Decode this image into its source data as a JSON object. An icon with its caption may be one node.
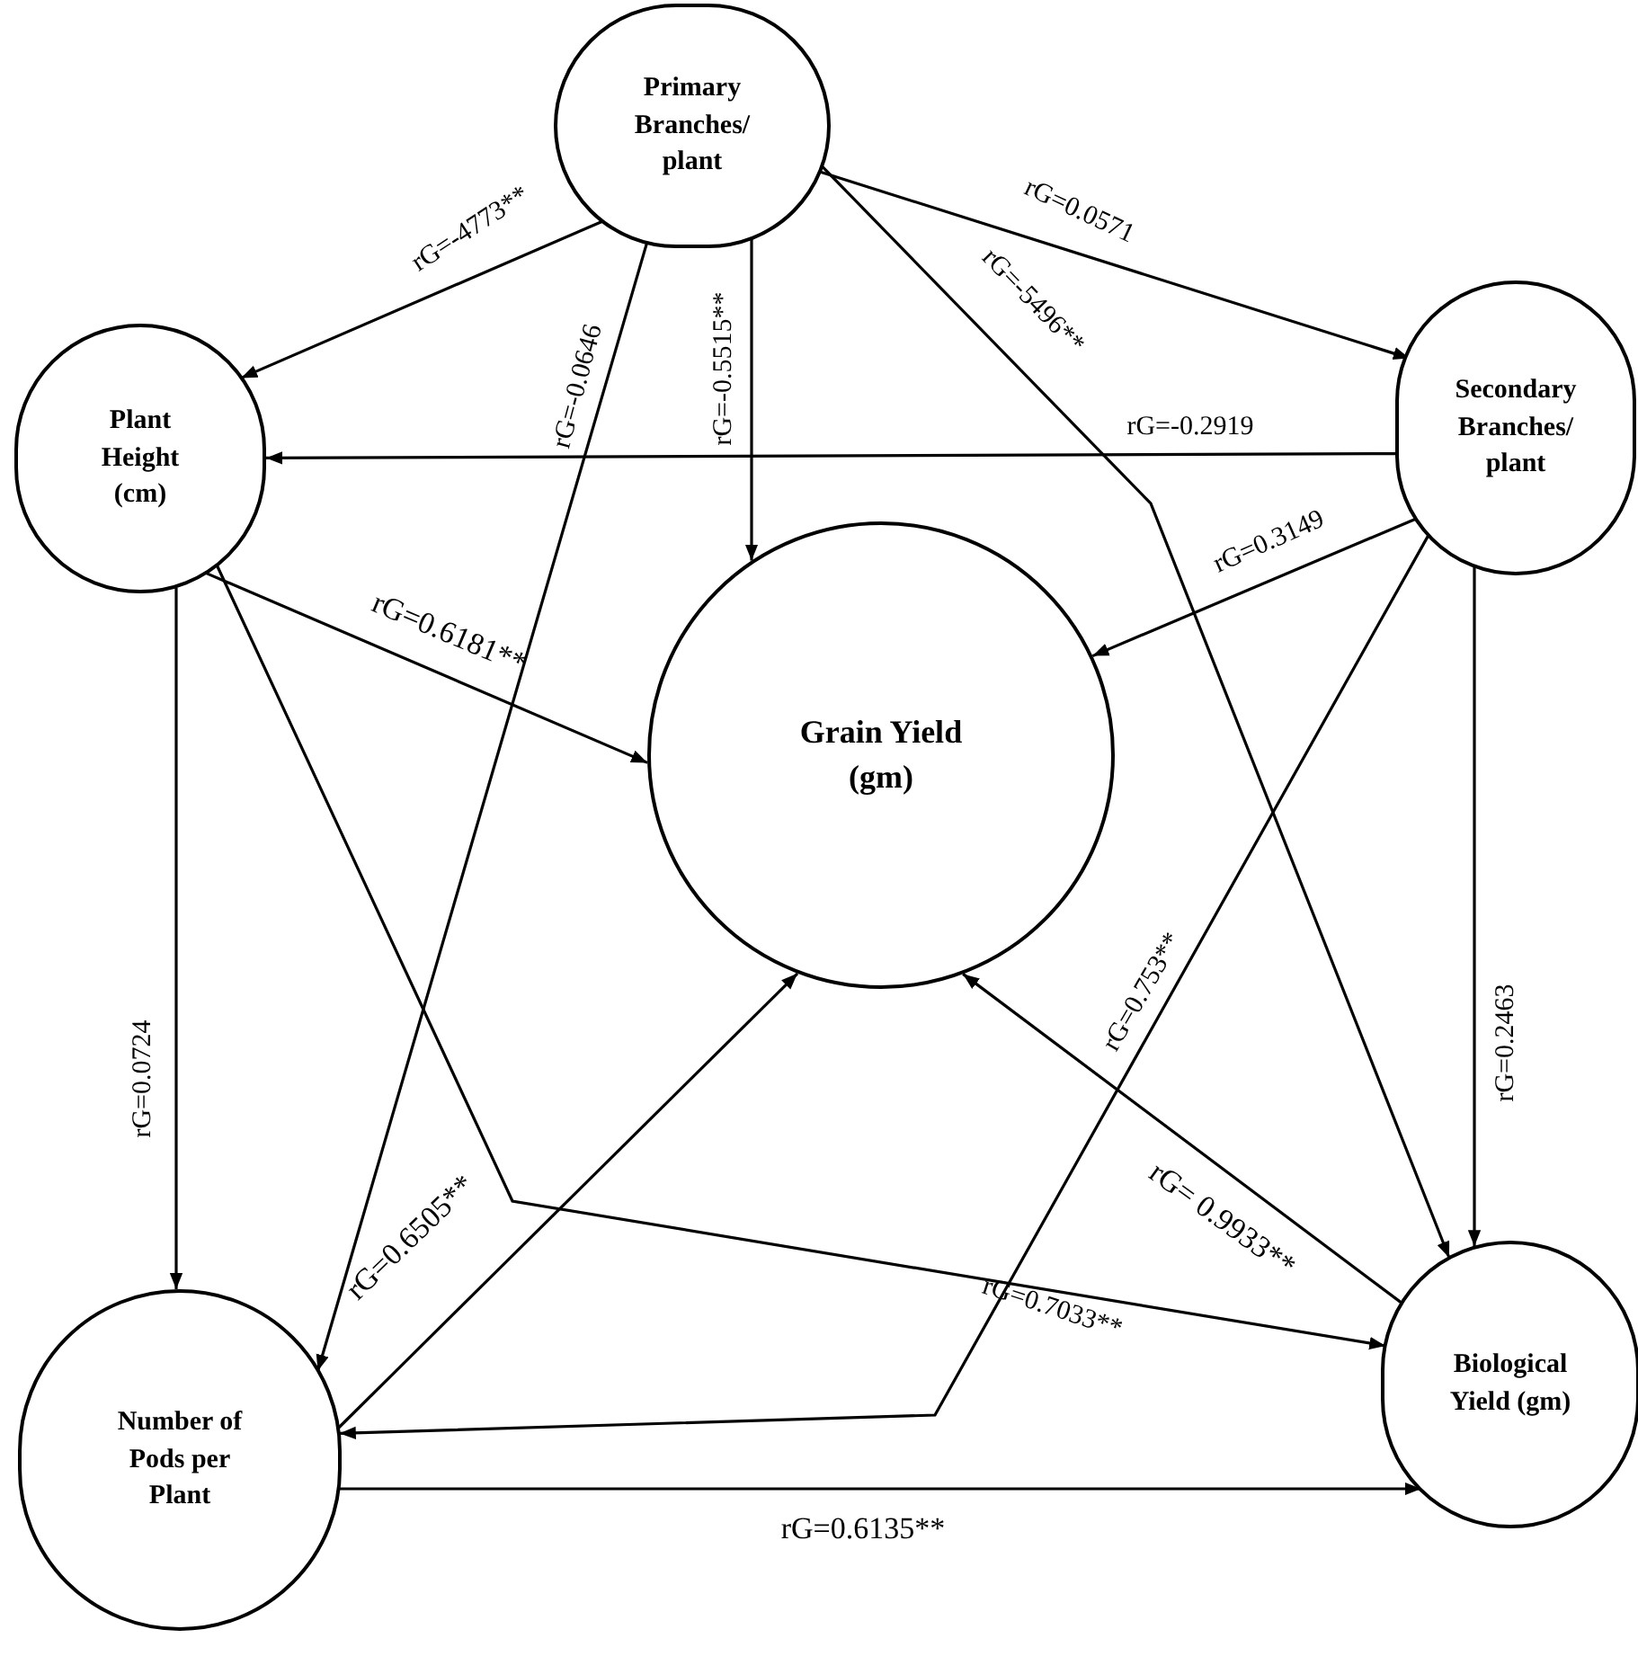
{
  "diagram": {
    "nodes": [
      {
        "text": [
          "Primary Branches/ plant"
        ]
      },
      {
        "text": [
          "Plant Height (cm)"
        ]
      },
      {
        "text": [
          "Secondary Branches/ plant"
        ]
      },
      {
        "text": [
          "Grain Yield (gm)"
        ]
      },
      {
        "text": [
          "Number of Pods per Plant"
        ]
      },
      {
        "text": [
          "Biological Yield (gm)"
        ]
      }
    ],
    "edges": [
      {
        "from": 0,
        "to": 1,
        "arrow": "to",
        "label": "rG=-4773**"
      },
      {
        "from": 0,
        "to": 4,
        "arrow": "to",
        "label": "rG=-0.0646"
      },
      {
        "from": 0,
        "to": 3,
        "arrow": "to",
        "label": "rG=-0.5515**"
      },
      {
        "from": 0,
        "to": 5,
        "arrow": "to",
        "label": "rG=-5496**"
      },
      {
        "from": 0,
        "to": 2,
        "arrow": "to",
        "label": "rG=0.0571"
      },
      {
        "from": 2,
        "to": 1,
        "arrow": "to",
        "label": "rG=-0.2919"
      },
      {
        "from": 2,
        "to": 3,
        "arrow": "to",
        "label": "rG=0.3149"
      },
      {
        "from": 2,
        "to": 4,
        "arrow": "to",
        "label": "rG=0.753**"
      },
      {
        "from": 2,
        "to": 5,
        "arrow": "to",
        "label": "rG=0.2463"
      },
      {
        "from": 1,
        "to": 3,
        "arrow": "to",
        "label": "rG=0.6181**"
      },
      {
        "from": 1,
        "to": 4,
        "arrow": "to",
        "label": "rG=0.0724"
      },
      {
        "from": 1,
        "to": 5,
        "arrow": "to",
        "label": "rG=0.7033**"
      },
      {
        "from": 4,
        "to": 3,
        "arrow": "to",
        "label": "rG=0.6505**"
      },
      {
        "from": 5,
        "to": 3,
        "arrow": "to",
        "label": "rG= 0.9933**"
      },
      {
        "from": 4,
        "to": 5,
        "arrow": "to",
        "label": "rG=0.6135**"
      }
    ]
  }
}
